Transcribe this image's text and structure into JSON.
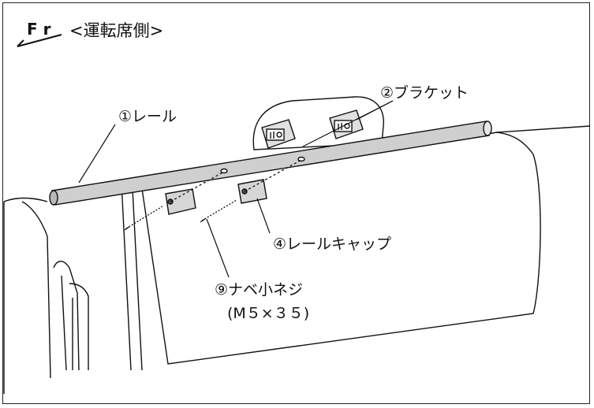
{
  "header": {
    "fr_label": "F r",
    "view_label": "<運転席側>"
  },
  "callouts": {
    "rail": "①レール",
    "bracket": "②ブラケット",
    "rail_cap": "④レールキャップ",
    "screw_name": "⑨ナベ小ネジ",
    "screw_size": "(M５×３５)"
  },
  "colors": {
    "line": "#111111",
    "rail_fill": "#c9c9c9",
    "part_fill": "#d4d4d4",
    "background": "#ffffff"
  }
}
